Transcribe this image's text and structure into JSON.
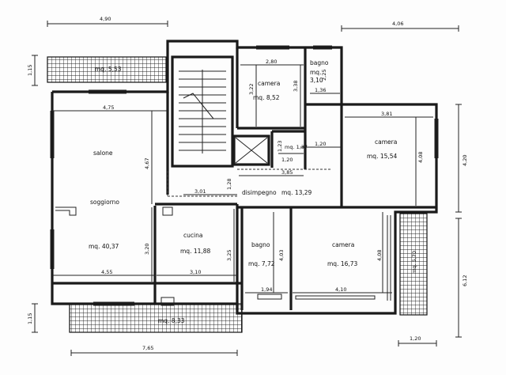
{
  "rooms": {
    "salone": "salone",
    "soggiorno": "soggiorno",
    "salone_area": "mq. 40,37",
    "cucina": "cucina",
    "cucina_area": "mq. 11,88",
    "bagno_low": "bagno",
    "bagno_low_area": "mq. 7,72",
    "camera_low": "camera",
    "camera_low_area": "mq. 16,73",
    "camera_right": "camera",
    "camera_right_area": "mq. 15,54",
    "camera_top": "camera",
    "camera_top_area": "mq. 8,52",
    "bagno_top": "bagno",
    "bagno_top_mq": "mq.",
    "bagno_top_area": "3,10",
    "disimpegno": "disimpegno",
    "disimpegno_area": "mq. 13,29",
    "ripost_area": "mq. 1,37",
    "balcony_top_area": "mq. 5,53",
    "balcony_bottom_area": "mq. 8,33",
    "balcony_right_area": "mq. 5,70"
  },
  "dimensions": {
    "top_left": "4,90",
    "top_right": "4,06",
    "bottom": "7,65",
    "bottom_right": "1,20",
    "left_top": "1,15",
    "left_bottom": "1,15",
    "right_upper": "4,20",
    "right_lower": "6,12",
    "salone_width": "4,75",
    "salone_depth": "4,67",
    "salone_lower": "3,20",
    "salone_bottom_width": "4,55",
    "cucina_width": "3,10",
    "cucina_depth": "3,25",
    "corridor_w": "3,01",
    "corridor_h": "1,28",
    "camera_top_w": "2,80",
    "camera_top_h": "3,22",
    "camera_top_h2": "3,38",
    "bagno_top_h": "2,25",
    "bagno_top_w": "1,36",
    "ripost_h": "1,23",
    "ripost_w": "1,20",
    "ripost_w2": "1,20",
    "disimpegno_w": "3,85",
    "camera_right_w": "3,81",
    "camera_right_h": "4,08",
    "bagno_low_h": "4,03",
    "bagno_low_w": "1,94",
    "camera_low_h": "4,08",
    "camera_low_w": "4,10"
  }
}
